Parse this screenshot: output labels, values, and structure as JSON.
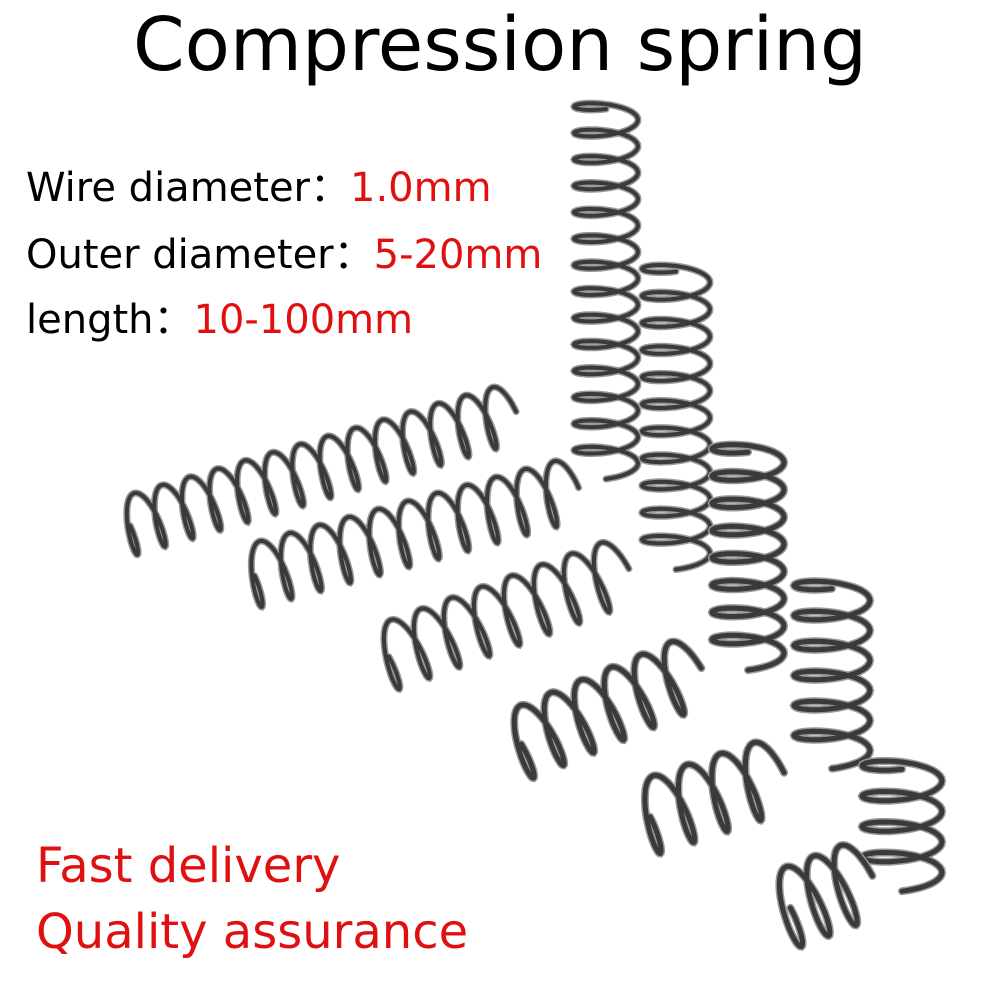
{
  "title": "Compression spring",
  "specs": [
    {
      "label": "Wire diameter：",
      "value": "1.0mm"
    },
    {
      "label": "Outer diameter：",
      "value": "5-20mm"
    },
    {
      "label": "length：",
      "value": "10-100mm"
    }
  ],
  "promos": [
    "Fast delivery",
    "Quality assurance"
  ],
  "colors": {
    "text": "#000000",
    "accent": "#e01010",
    "spring_dark": "#3a3a3a",
    "spring_light": "#9a9a9a",
    "background": "#ffffff"
  }
}
